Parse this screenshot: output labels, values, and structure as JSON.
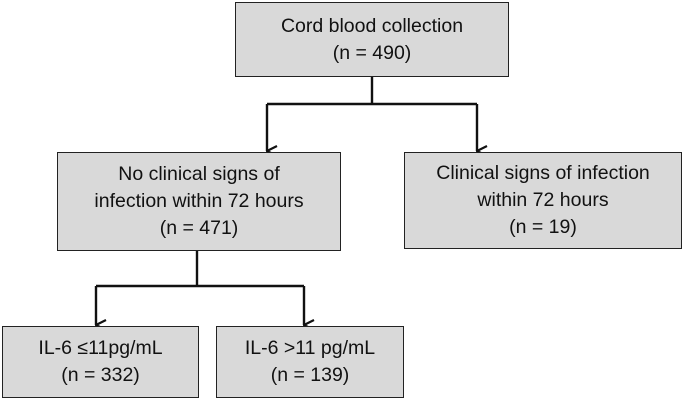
{
  "diagram": {
    "nodes": {
      "root": {
        "line1": "Cord blood collection",
        "line2": "(n = 490)"
      },
      "no_infection": {
        "line1": "No clinical signs of",
        "line2": "infection within 72 hours",
        "line3": "(n = 471)"
      },
      "infection": {
        "line1": "Clinical signs of infection",
        "line2": "within 72 hours",
        "line3": "(n = 19)"
      },
      "il6_low": {
        "line1": "IL-6 ≤11pg/mL",
        "line2": "(n = 332)"
      },
      "il6_high": {
        "line1": "IL-6 >11 pg/mL",
        "line2": "(n = 139)"
      }
    },
    "edges": [
      {
        "from": "root",
        "to": "no_infection"
      },
      {
        "from": "root",
        "to": "infection"
      },
      {
        "from": "no_infection",
        "to": "il6_low"
      },
      {
        "from": "no_infection",
        "to": "il6_high"
      }
    ],
    "colors": {
      "box_fill": "#d9d9d9",
      "box_border": "#222222",
      "connector": "#111111",
      "text": "#111111"
    }
  }
}
